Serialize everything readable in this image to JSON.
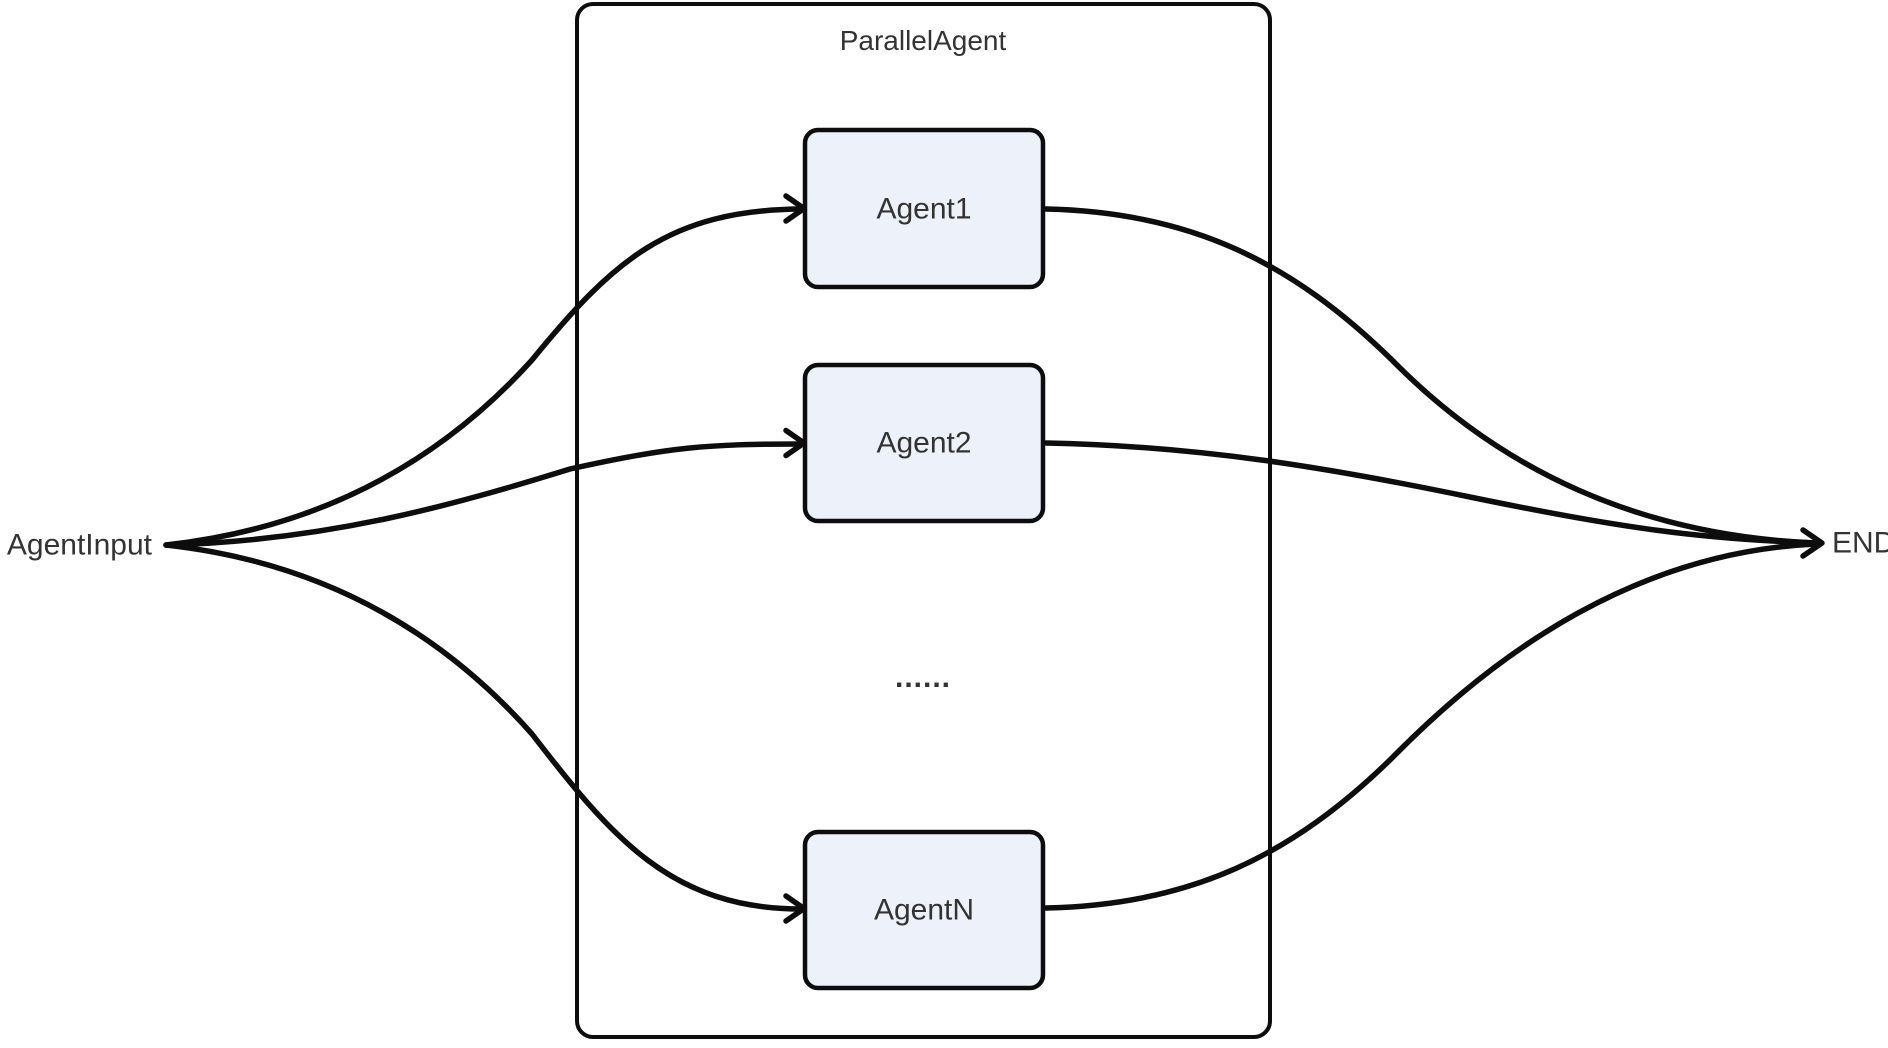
{
  "diagram": {
    "type": "flowchart",
    "direction": "LR",
    "container": {
      "label": "ParallelAgent"
    },
    "nodes": [
      {
        "id": "agent_input",
        "label": "AgentInput",
        "kind": "text-endpoint"
      },
      {
        "id": "agent1",
        "label": "Agent1",
        "kind": "box"
      },
      {
        "id": "agent2",
        "label": "Agent2",
        "kind": "box"
      },
      {
        "id": "ellipsis",
        "label": "......",
        "kind": "text"
      },
      {
        "id": "agent_n",
        "label": "AgentN",
        "kind": "box"
      },
      {
        "id": "end",
        "label": "END",
        "kind": "text-endpoint"
      }
    ],
    "edges": [
      {
        "from": "agent_input",
        "to": "agent1"
      },
      {
        "from": "agent_input",
        "to": "agent2"
      },
      {
        "from": "agent_input",
        "to": "agent_n"
      },
      {
        "from": "agent1",
        "to": "end"
      },
      {
        "from": "agent2",
        "to": "end"
      },
      {
        "from": "agent_n",
        "to": "end"
      }
    ],
    "colors": {
      "background": "#ffffff",
      "node_fill": "#ecf1fa",
      "node_border": "#0d0d0d",
      "line": "#0d0d0d",
      "text": "#333333"
    }
  }
}
